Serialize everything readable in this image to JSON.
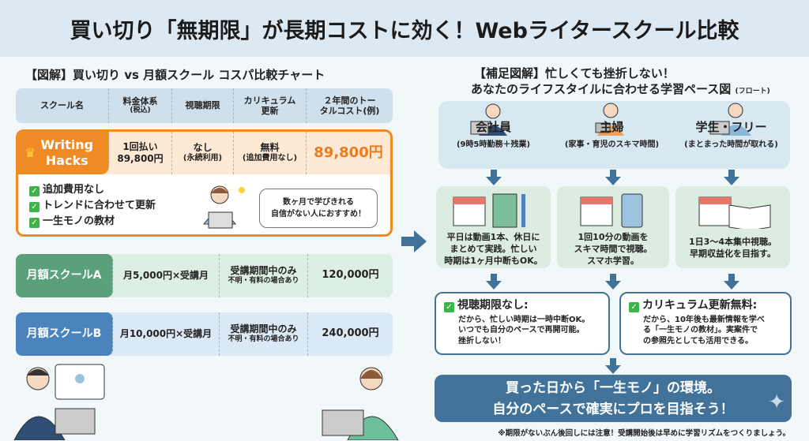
{
  "title": "買い切り「無期限」が長期コストに効く！Webライタースクール比較",
  "left": {
    "title": "【図解】買い切り vs 月額スクール コスパ比較チャート",
    "headers": [
      "スクール名",
      "料金体系",
      "(税込)",
      "視聴期限",
      "カリキュラム",
      "更新",
      "２年間のトー",
      "タルコスト(例)"
    ],
    "featured": {
      "name1": "Writing",
      "name2": "Hacks",
      "fee1": "1回払い",
      "fee2": "89,800円",
      "limit1": "なし",
      "limit2": "(永続利用)",
      "curr1": "無料",
      "curr2": "(追加費用なし)",
      "total": "89,800円",
      "checks": [
        "追加費用なし",
        "トレンドに合わせて更新",
        "一生モノの教材"
      ],
      "bubble1": "数ヶ月で学びきれる",
      "bubble2": "自信がない人におすすめ！"
    },
    "rows": [
      {
        "name": "月額スクールA",
        "fee": "月5,000円×受講月",
        "limit": "受講期間中のみ",
        "limit_note": "不明・有料の場合あり",
        "total": "120,000円"
      },
      {
        "name": "月額スクールB",
        "fee": "月10,000円×受講月",
        "limit": "受講期間中のみ",
        "limit_note": "不明・有料の場合あり",
        "total": "240,000円"
      }
    ]
  },
  "right": {
    "title1": "【補足図解】忙しくても挫折しない！",
    "title2": "あなたのライフスタイルに合わせる学習ペース図",
    "title_suffix": "(フロート)",
    "personas": [
      {
        "name": "会社員",
        "desc": "(9時5時勤務＋残業)",
        "plan": [
          "平日は動画1本、休日に",
          "まとめて実践。忙しい",
          "時期は1ヶ月中断もOK。"
        ]
      },
      {
        "name": "主婦",
        "desc": "(家事・育児のスキマ時間)",
        "plan": [
          "1回10分の動画を",
          "スキマ時間で視聴。",
          "スマホ学習。"
        ]
      },
      {
        "name": "学生・フリー",
        "desc": "(まとまった時間が取れる)",
        "plan": [
          "1日3〜4本集中視聴。",
          "早期収益化を目指す。"
        ]
      }
    ],
    "benefits": [
      {
        "title": "視聴期限なし:",
        "lines": [
          "だから、忙しい時期は一時中断OK。",
          "いつでも自分のペースで再開可能。",
          "挫折しない！"
        ]
      },
      {
        "title": "カリキュラム更新無料:",
        "lines": [
          "だから、10年後も最新情報を学べ",
          "る「一生モノの教材」。実案件で",
          "の参照先としても活用できる。"
        ]
      }
    ],
    "banner1": "買った日から「一生モノ」の環境。",
    "banner2": "自分のペースで確実にプロを目指そう！",
    "note": "※期限がないぶん後回しには注意！受講開始後は早めに学習リズムをつくりましょう。"
  },
  "colors": {
    "accent": "#f08a24",
    "blue": "#41739a",
    "greenA": "#5aa07a",
    "blueB": "#4a83bd"
  }
}
